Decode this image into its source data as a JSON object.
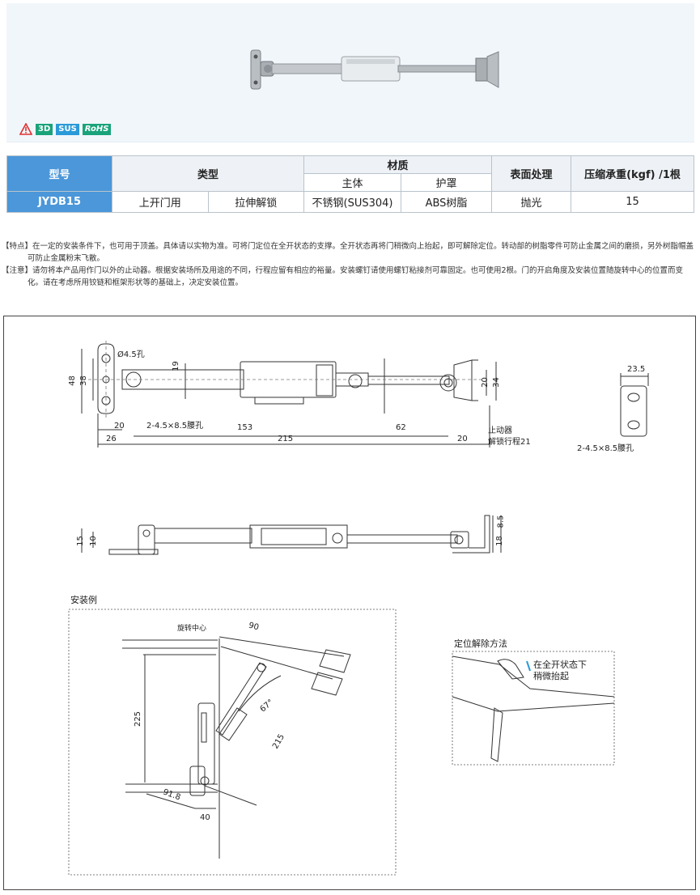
{
  "badges": {
    "d3": "3D",
    "sus": "SUS",
    "rohs": "RoHS"
  },
  "table": {
    "h_model": "型号",
    "h_type": "类型",
    "h_material": "材质",
    "h_body": "主体",
    "h_cover": "护罩",
    "h_surface": "表面处理",
    "h_load": "压缩承重(kgf) /1根",
    "row": {
      "model": "JYDB15",
      "type1": "上开门用",
      "type2": "拉伸解锁",
      "body": "不锈钢(SUS304)",
      "cover": "ABS树脂",
      "surface": "抛光",
      "load": "15"
    }
  },
  "notes": {
    "feature": "【特点】在一定的安装条件下，也可用于顶盖。具体请以实物为准。可将门定位在全开状态的支撑。全开状态再将门稍微向上抬起，即可解除定位。转动部的树脂零件可防止金属之间的磨损，另外树脂帽盖可防止金属粉末飞散。",
    "caution": "【注意】请勿将本产品用作门以外的止动器。根据安装场所及用途的不同，行程应留有相应的裕量。安装螺钉请使用螺钉粘接剂可靠固定。也可使用2根。门的开启角度及安装位置随旋转中心的位置而变化。请在考虑所用铰链和框架形状等的基础上，决定安装位置。"
  },
  "drawing": {
    "hole": "Ø4.5孔",
    "slot": "2-4.5×8.5腰孔",
    "slot2": "2-4.5×8.5腰孔",
    "stopper": "止动器",
    "unlock_stroke": "解锁行程21",
    "d48": "48",
    "d38": "38",
    "d19": "19",
    "d20a": "20",
    "d26": "26",
    "d153": "153",
    "d215": "215",
    "d62": "62",
    "d20b": "20",
    "d20c": "20",
    "d34": "34",
    "d235": "23.5",
    "d15": "15",
    "d10": "10",
    "d85": "8.5",
    "d18": "18"
  },
  "example": {
    "title": "安装例",
    "pivot": "旋转中心",
    "d90": "90",
    "d67": "67°",
    "d225": "225",
    "d215": "215",
    "d918": "91.8",
    "d40": "40"
  },
  "release": {
    "title": "定位解除方法",
    "line1": "在全开状态下",
    "line2": "稍微抬起"
  }
}
